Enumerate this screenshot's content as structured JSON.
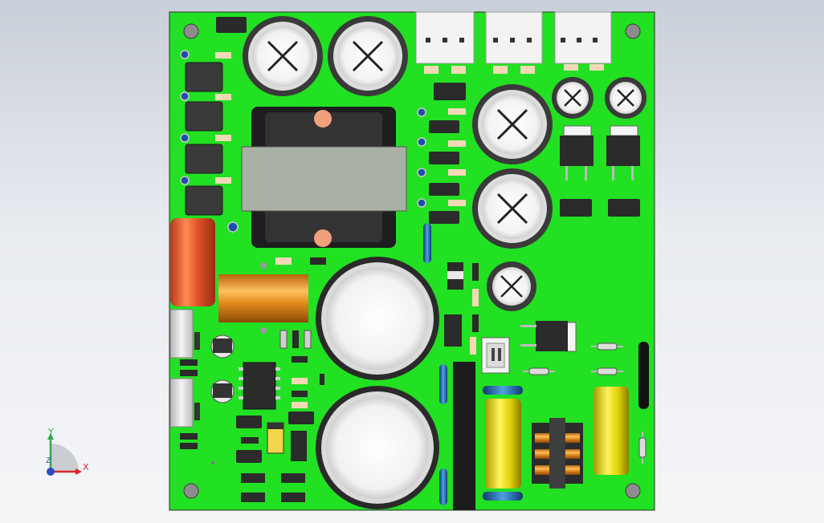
{
  "viewport": {
    "background_top": "#c9cfd8",
    "background_bottom": "#f4f5f7"
  },
  "board": {
    "pcb_color": "#22e022",
    "outline_color": "#2d2d2d"
  },
  "triad": {
    "x_label": "X",
    "y_label": "Y",
    "z_label": "Z",
    "x_color": "#d8262c",
    "y_color": "#2fa84a",
    "z_color": "#2a4bc8"
  }
}
